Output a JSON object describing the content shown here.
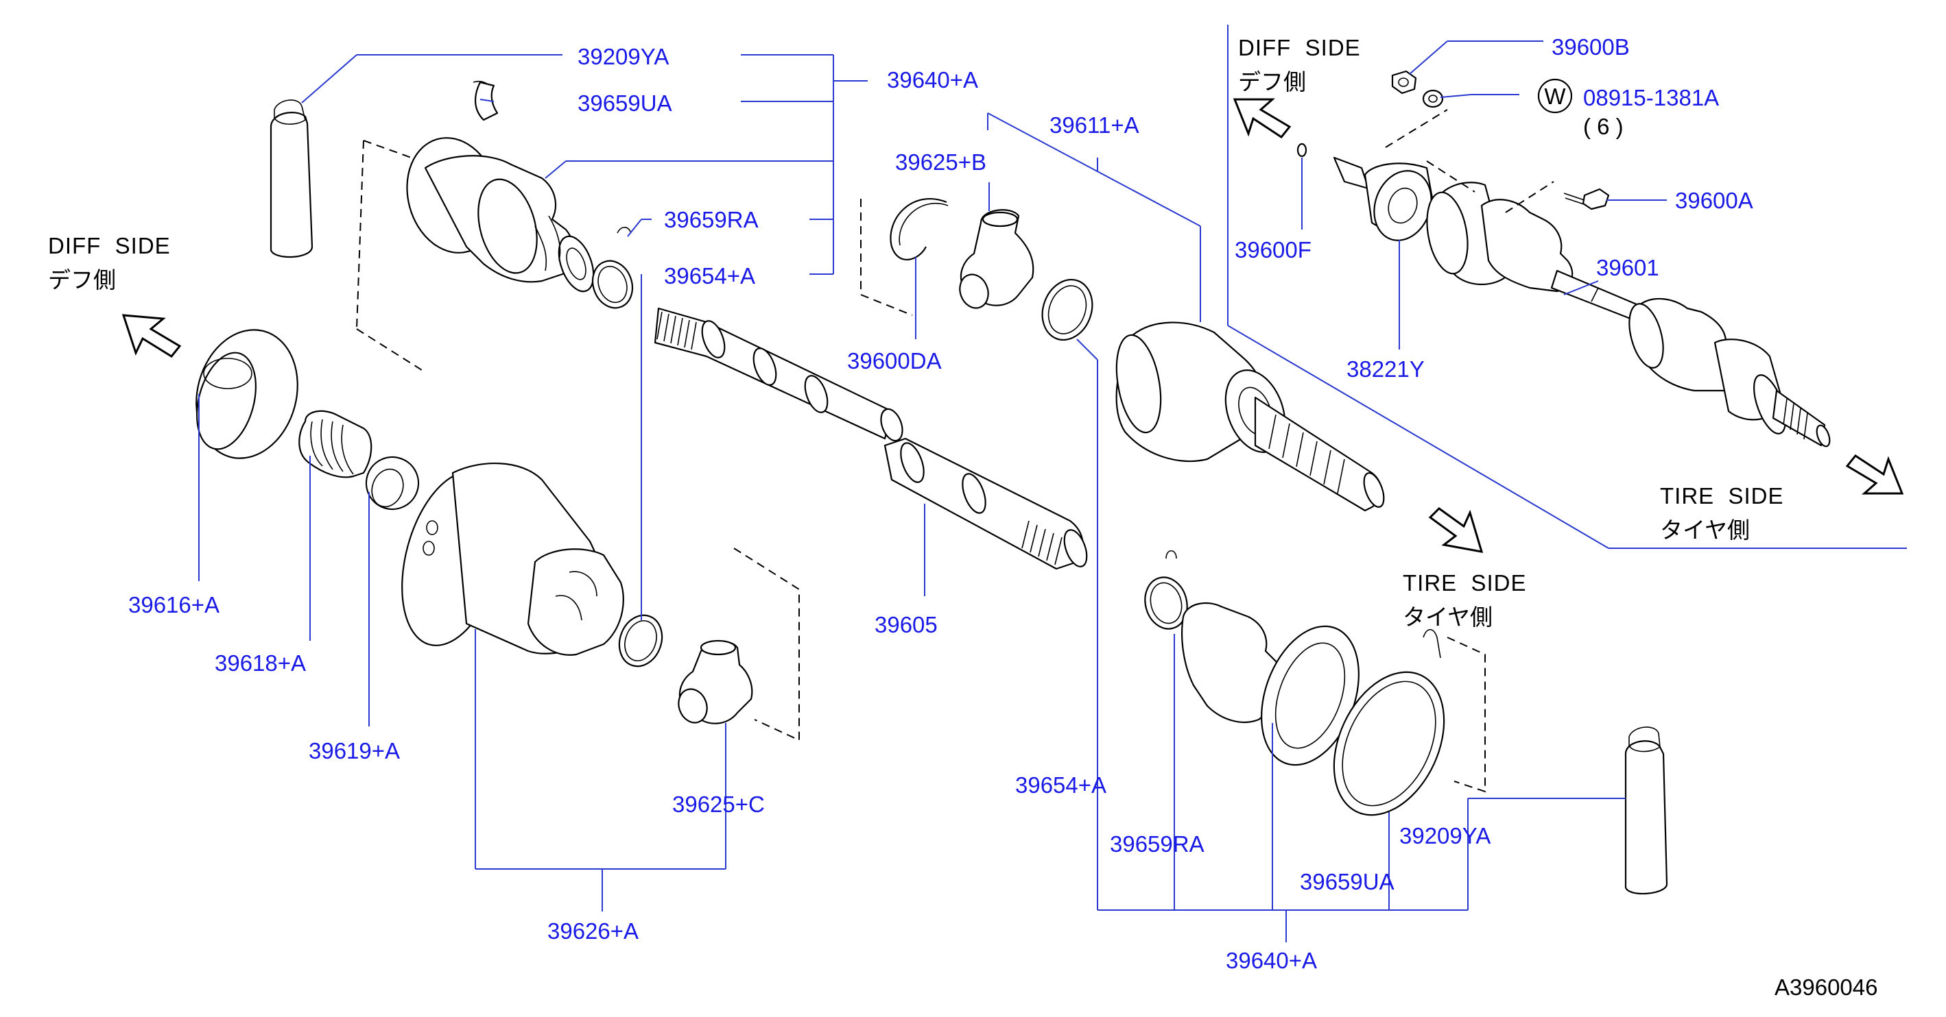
{
  "labels": {
    "p39209YA_top": "39209YA",
    "p39659UA_top": "39659UA",
    "p39640A_top": "39640+A",
    "p39659RA_top": "39659RA",
    "p39654A_top": "39654+A",
    "p39625B": "39625+B",
    "p39611A": "39611+A",
    "p39600DA": "39600DA",
    "p39605": "39605",
    "p39616A": "39616+A",
    "p39618A": "39618+A",
    "p39619A": "39619+A",
    "p39625C": "39625+C",
    "p39626A": "39626+A",
    "p39654A_bot": "39654+A",
    "p39659RA_bot": "39659RA",
    "p39659UA_bot": "39659UA",
    "p39209YA_bot": "39209YA",
    "p39640A_bot": "39640+A",
    "p39600B": "39600B",
    "p08915": "08915-1381A",
    "p08915_qty": "( 6 )",
    "washer_mark": "W",
    "p39600A": "39600A",
    "p39600F": "39600F",
    "p39601": "39601",
    "p38221Y": "38221Y"
  },
  "sides": {
    "diff_left": "DIFF  SIDE",
    "diff_left_jp": "デフ側",
    "diff_inset": "DIFF  SIDE",
    "diff_inset_jp": "デフ側",
    "tire_mid": "TIRE  SIDE",
    "tire_mid_jp": "タイヤ側",
    "tire_inset": "TIRE  SIDE",
    "tire_inset_jp": "タイヤ側"
  },
  "diagram_code": "A3960046",
  "colors": {
    "label": "#1a1ae6",
    "leader": "#2a3ad0",
    "line": "#000000"
  }
}
